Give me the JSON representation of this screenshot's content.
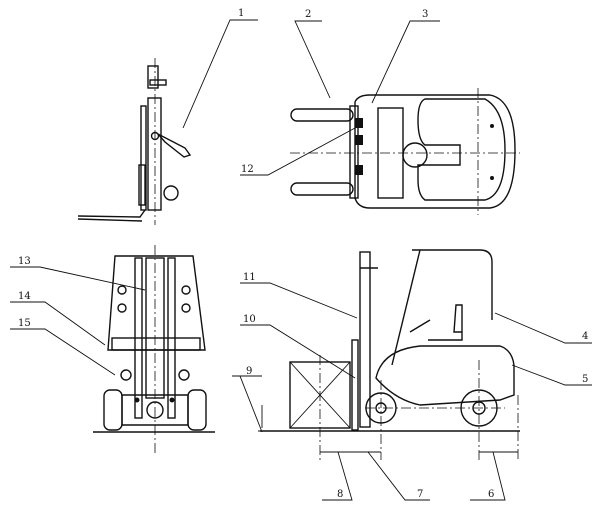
{
  "title": "Forklift truck — component locations",
  "callouts": {
    "c1": "1",
    "c2": "2",
    "c3": "3",
    "c4": "4",
    "c5": "5",
    "c6": "6",
    "c7": "7",
    "c8": "8",
    "c9": "9",
    "c10": "10",
    "c11": "11",
    "c12": "12",
    "c13": "13",
    "c14": "14",
    "c15": "15"
  }
}
